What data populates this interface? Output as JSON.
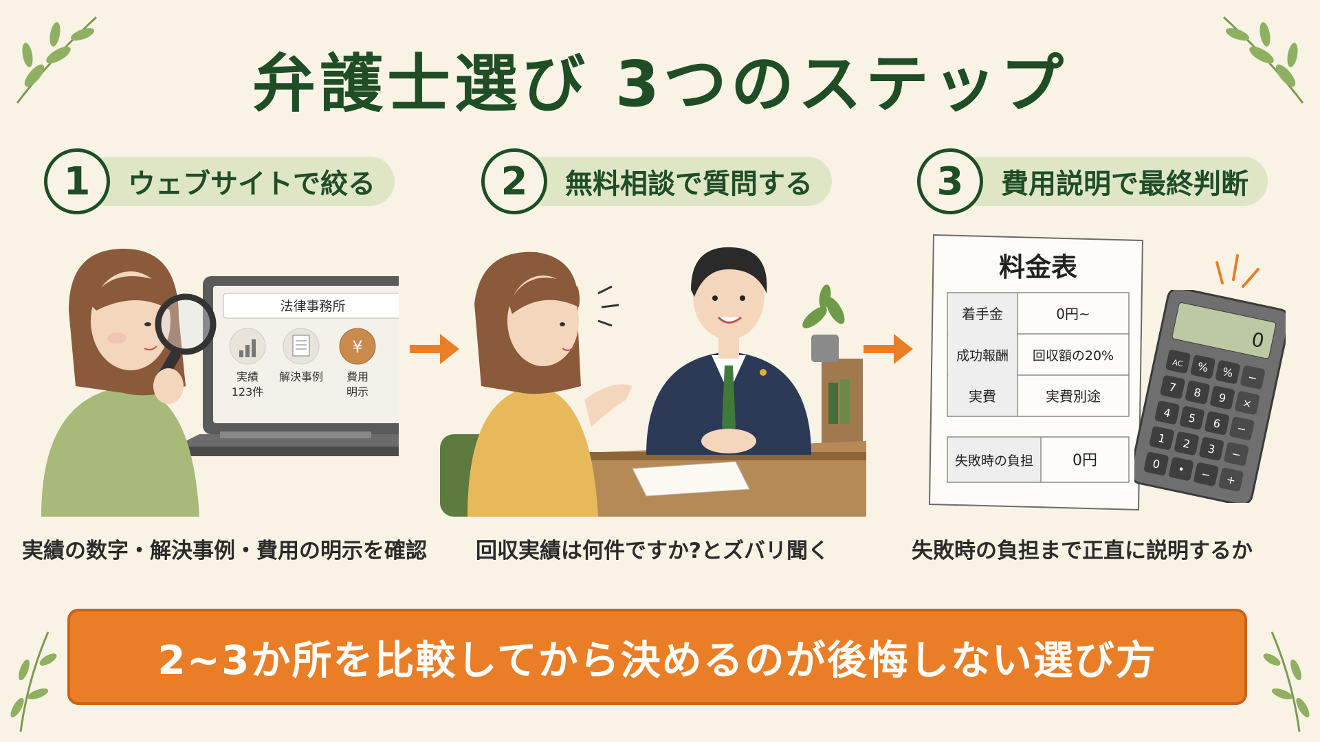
{
  "title": "弁護士選び 3つのステップ",
  "steps": [
    {
      "number": "1",
      "label": "ウェブサイトで絞る",
      "caption": "実績の数字・解決事例・費用の明示を確認",
      "screen": {
        "site_title": "法律事務所",
        "tiles": [
          "実績 123件",
          "解決事例",
          "費用 明示"
        ],
        "tile1_line1": "実績",
        "tile1_line2": "123件",
        "tile2": "解決事例",
        "tile3_line1": "費用",
        "tile3_line2": "明示",
        "coin_symbol": "¥"
      }
    },
    {
      "number": "2",
      "label": "無料相談で質問する",
      "caption": "回収実績は何件ですか?とズバリ聞く"
    },
    {
      "number": "3",
      "label": "費用説明で最終判断",
      "caption": "失敗時の負担まで正直に説明するか",
      "fee_table": {
        "title": "料金表",
        "rows": [
          {
            "label": "着手金",
            "value": "0円~"
          },
          {
            "label": "成功報酬",
            "value": "回収額の20%"
          },
          {
            "label": "実費",
            "value": "実費別途"
          }
        ],
        "failure": {
          "label": "失敗時の負担",
          "value": "0円"
        }
      },
      "calculator": {
        "display": "0",
        "keys": [
          [
            "AC",
            "%",
            "%",
            "−"
          ],
          [
            "7",
            "8",
            "9",
            "×"
          ],
          [
            "4",
            "5",
            "6",
            "−"
          ],
          [
            "1",
            "2",
            "3",
            "−"
          ],
          [
            "0",
            "•",
            "−",
            "+"
          ]
        ]
      }
    }
  ],
  "banner": "2~3か所を比較してから決めるのが後悔しない選び方",
  "colors": {
    "background": "#f8f3e4",
    "title_green": "#1f4d26",
    "pill_green": "#dfe6c6",
    "accent_orange": "#ea7e27",
    "suit_navy": "#2c3a57"
  },
  "icons": [
    "leaf-branch-icon",
    "magnifier-icon",
    "bar-chart-icon",
    "document-icon",
    "yen-coin-icon",
    "arrow-right-icon",
    "potted-plant-icon",
    "calculator-icon",
    "attorney-badge-icon"
  ]
}
